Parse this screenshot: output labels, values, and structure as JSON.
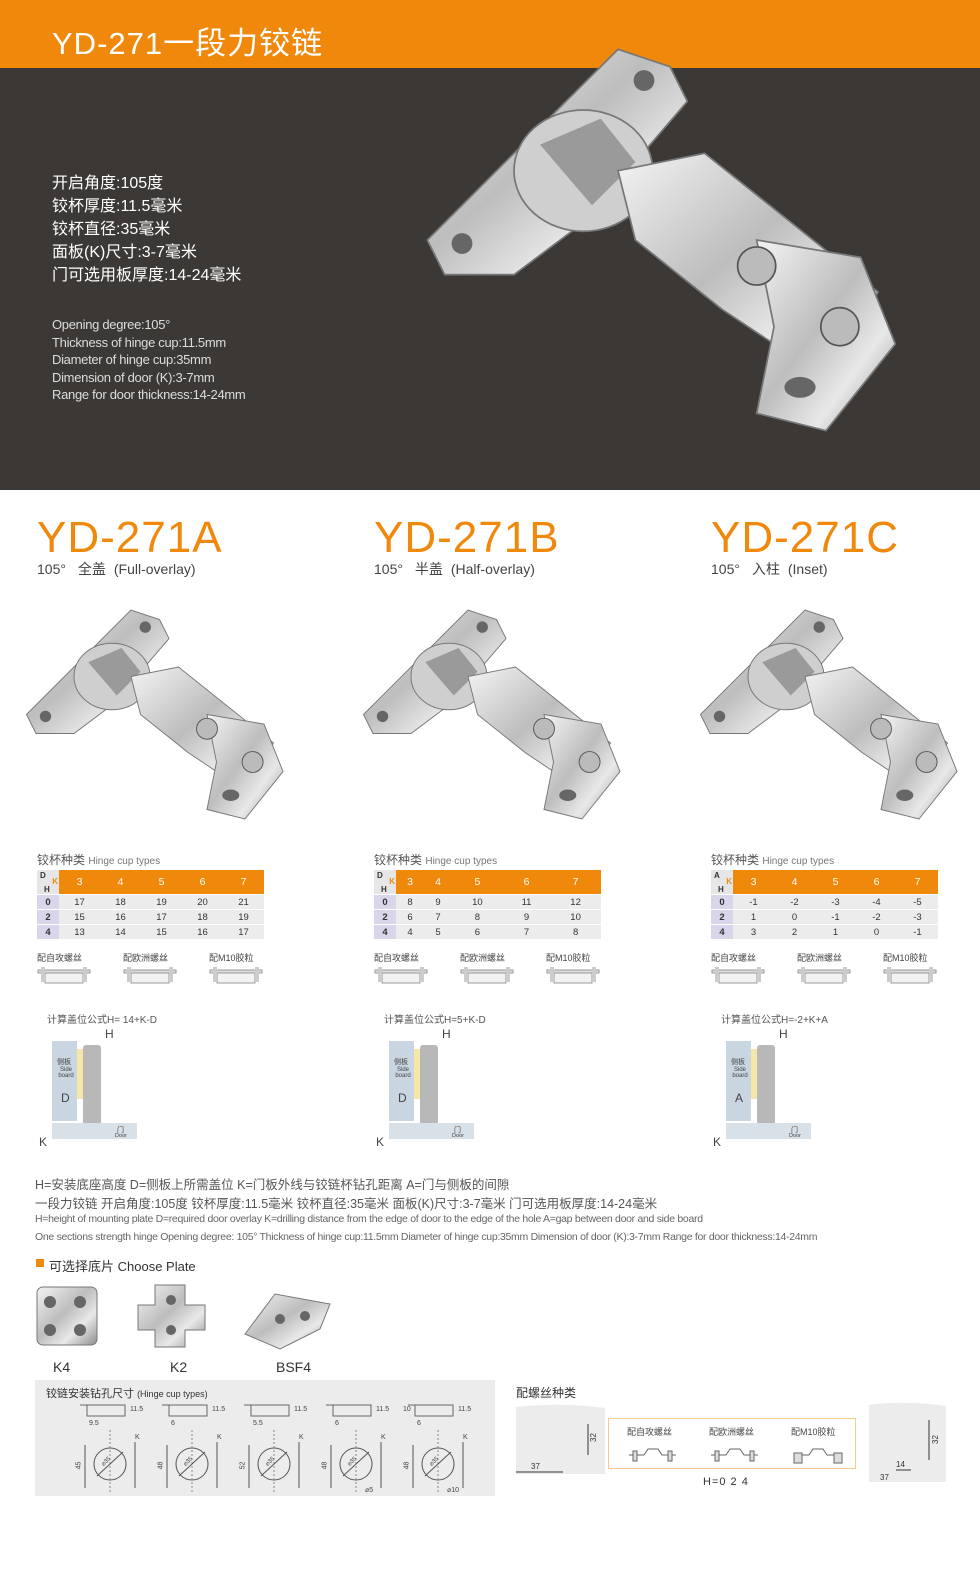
{
  "header": {
    "title": "YD-271一段力铰链"
  },
  "specs": {
    "cn": [
      "开启角度:105度",
      "铰杯厚度:11.5毫米",
      "铰杯直径:35毫米",
      "面板(K)尺寸:3-7毫米",
      "门可选用板厚度:14-24毫米"
    ],
    "en": [
      "Opening degree:105°",
      "Thickness of hinge cup:11.5mm",
      "Diameter of hinge cup:35mm",
      "Dimension of door (K):3-7mm",
      "Range for door thickness:14-24mm"
    ]
  },
  "models": [
    {
      "name": "YD-271A",
      "angle": "105°",
      "type_cn": "全盖",
      "type_en": "(Full-overlay)",
      "formula": "计算盖位公式H= 14+K-D",
      "corner": [
        "D",
        "K",
        "H"
      ],
      "rows": [
        [
          "0",
          "17",
          "18",
          "19",
          "20",
          "21"
        ],
        [
          "2",
          "15",
          "16",
          "17",
          "18",
          "19"
        ],
        [
          "4",
          "13",
          "14",
          "15",
          "16",
          "17"
        ]
      ],
      "diagram": {
        "board_cn": "侧板",
        "board_en": "Side board",
        "door_cn": "门",
        "door_en": "Door",
        "labels": [
          "H",
          "D",
          "K"
        ]
      }
    },
    {
      "name": "YD-271B",
      "angle": "105°",
      "type_cn": "半盖",
      "type_en": "(Half-overlay)",
      "formula": "计算盖位公式H=5+K-D",
      "corner": [
        "D",
        "K",
        "H"
      ],
      "rows": [
        [
          "0",
          "8",
          "9",
          "10",
          "11",
          "12"
        ],
        [
          "2",
          "6",
          "7",
          "8",
          "9",
          "10"
        ],
        [
          "4",
          "4",
          "5",
          "6",
          "7",
          "8"
        ]
      ],
      "diagram": {
        "board_cn": "侧板",
        "board_en": "Side board",
        "door_cn": "门",
        "door_en": "Door",
        "labels": [
          "H",
          "D",
          "K"
        ]
      }
    },
    {
      "name": "YD-271C",
      "angle": "105°",
      "type_cn": "入柱",
      "type_en": "(Inset)",
      "formula": "计算盖位公式H=-2+K+A",
      "corner": [
        "A",
        "K",
        "H"
      ],
      "rows": [
        [
          "0",
          "-1",
          "-2",
          "-3",
          "-4",
          "-5"
        ],
        [
          "2",
          "1",
          "0",
          "-1",
          "-2",
          "-3"
        ],
        [
          "4",
          "3",
          "2",
          "1",
          "0",
          "-1"
        ]
      ],
      "diagram": {
        "board_cn": "侧板",
        "board_en": "Side board",
        "door_cn": "门",
        "door_en": "Door",
        "labels": [
          "H",
          "A",
          "K"
        ]
      }
    }
  ],
  "table": {
    "title_cn": "铰杯种类",
    "title_en": "Hinge cup types",
    "k_values": [
      "3",
      "4",
      "5",
      "6",
      "7"
    ]
  },
  "screws": [
    "配自攻螺丝",
    "配欧洲螺丝",
    "配M10胶粒"
  ],
  "legend": {
    "line1": "H=安装底座高度   D=侧板上所需盖位   K=门板外线与铰链杯钻孔距离   A=门与侧板的间隙",
    "line2": "一段力铰链        开启角度:105度   铰杯厚度:11.5毫米   铰杯直径:35毫米   面板(K)尺寸:3-7毫米   门可选用板厚度:14-24毫米",
    "line3": "H=height of mounting plate     D=required door overlay     K=drilling distance from the edge of door to the edge of the hole     A=gap between door and side board",
    "line4": "One sections strength hinge     Opening degree: 105°     Thickness of hinge cup:11.5mm     Diameter of hinge cup:35mm     Dimension of door (K):3-7mm     Range for door thickness:14-24mm"
  },
  "plates": {
    "title": "可选择底片 Choose Plate",
    "items": [
      "K4",
      "K2",
      "BSF4"
    ]
  },
  "drill": {
    "title_cn": "铰链安装钻孔尺寸",
    "title_en": "(Hinge cup types)",
    "items": [
      {
        "offset": "9.5",
        "height": "45",
        "extra": ""
      },
      {
        "offset": "6",
        "height": "48",
        "extra": ""
      },
      {
        "offset": "5.5",
        "height": "52",
        "extra": ""
      },
      {
        "offset": "6",
        "height": "48",
        "extra": "⌀5"
      },
      {
        "offset": "6",
        "height": "48",
        "extra": "⌀10"
      }
    ],
    "cup_depth": "11.5",
    "cup_dia": "⌀35",
    "k": "K",
    "ten": "10"
  },
  "screw_types": {
    "title": "配螺丝种类",
    "h_values": "H=0 2 4",
    "dims": {
      "w37": "37",
      "h32": "32",
      "w14": "14"
    }
  },
  "colors": {
    "accent": "#f0880c",
    "dark": "#3b3836"
  }
}
